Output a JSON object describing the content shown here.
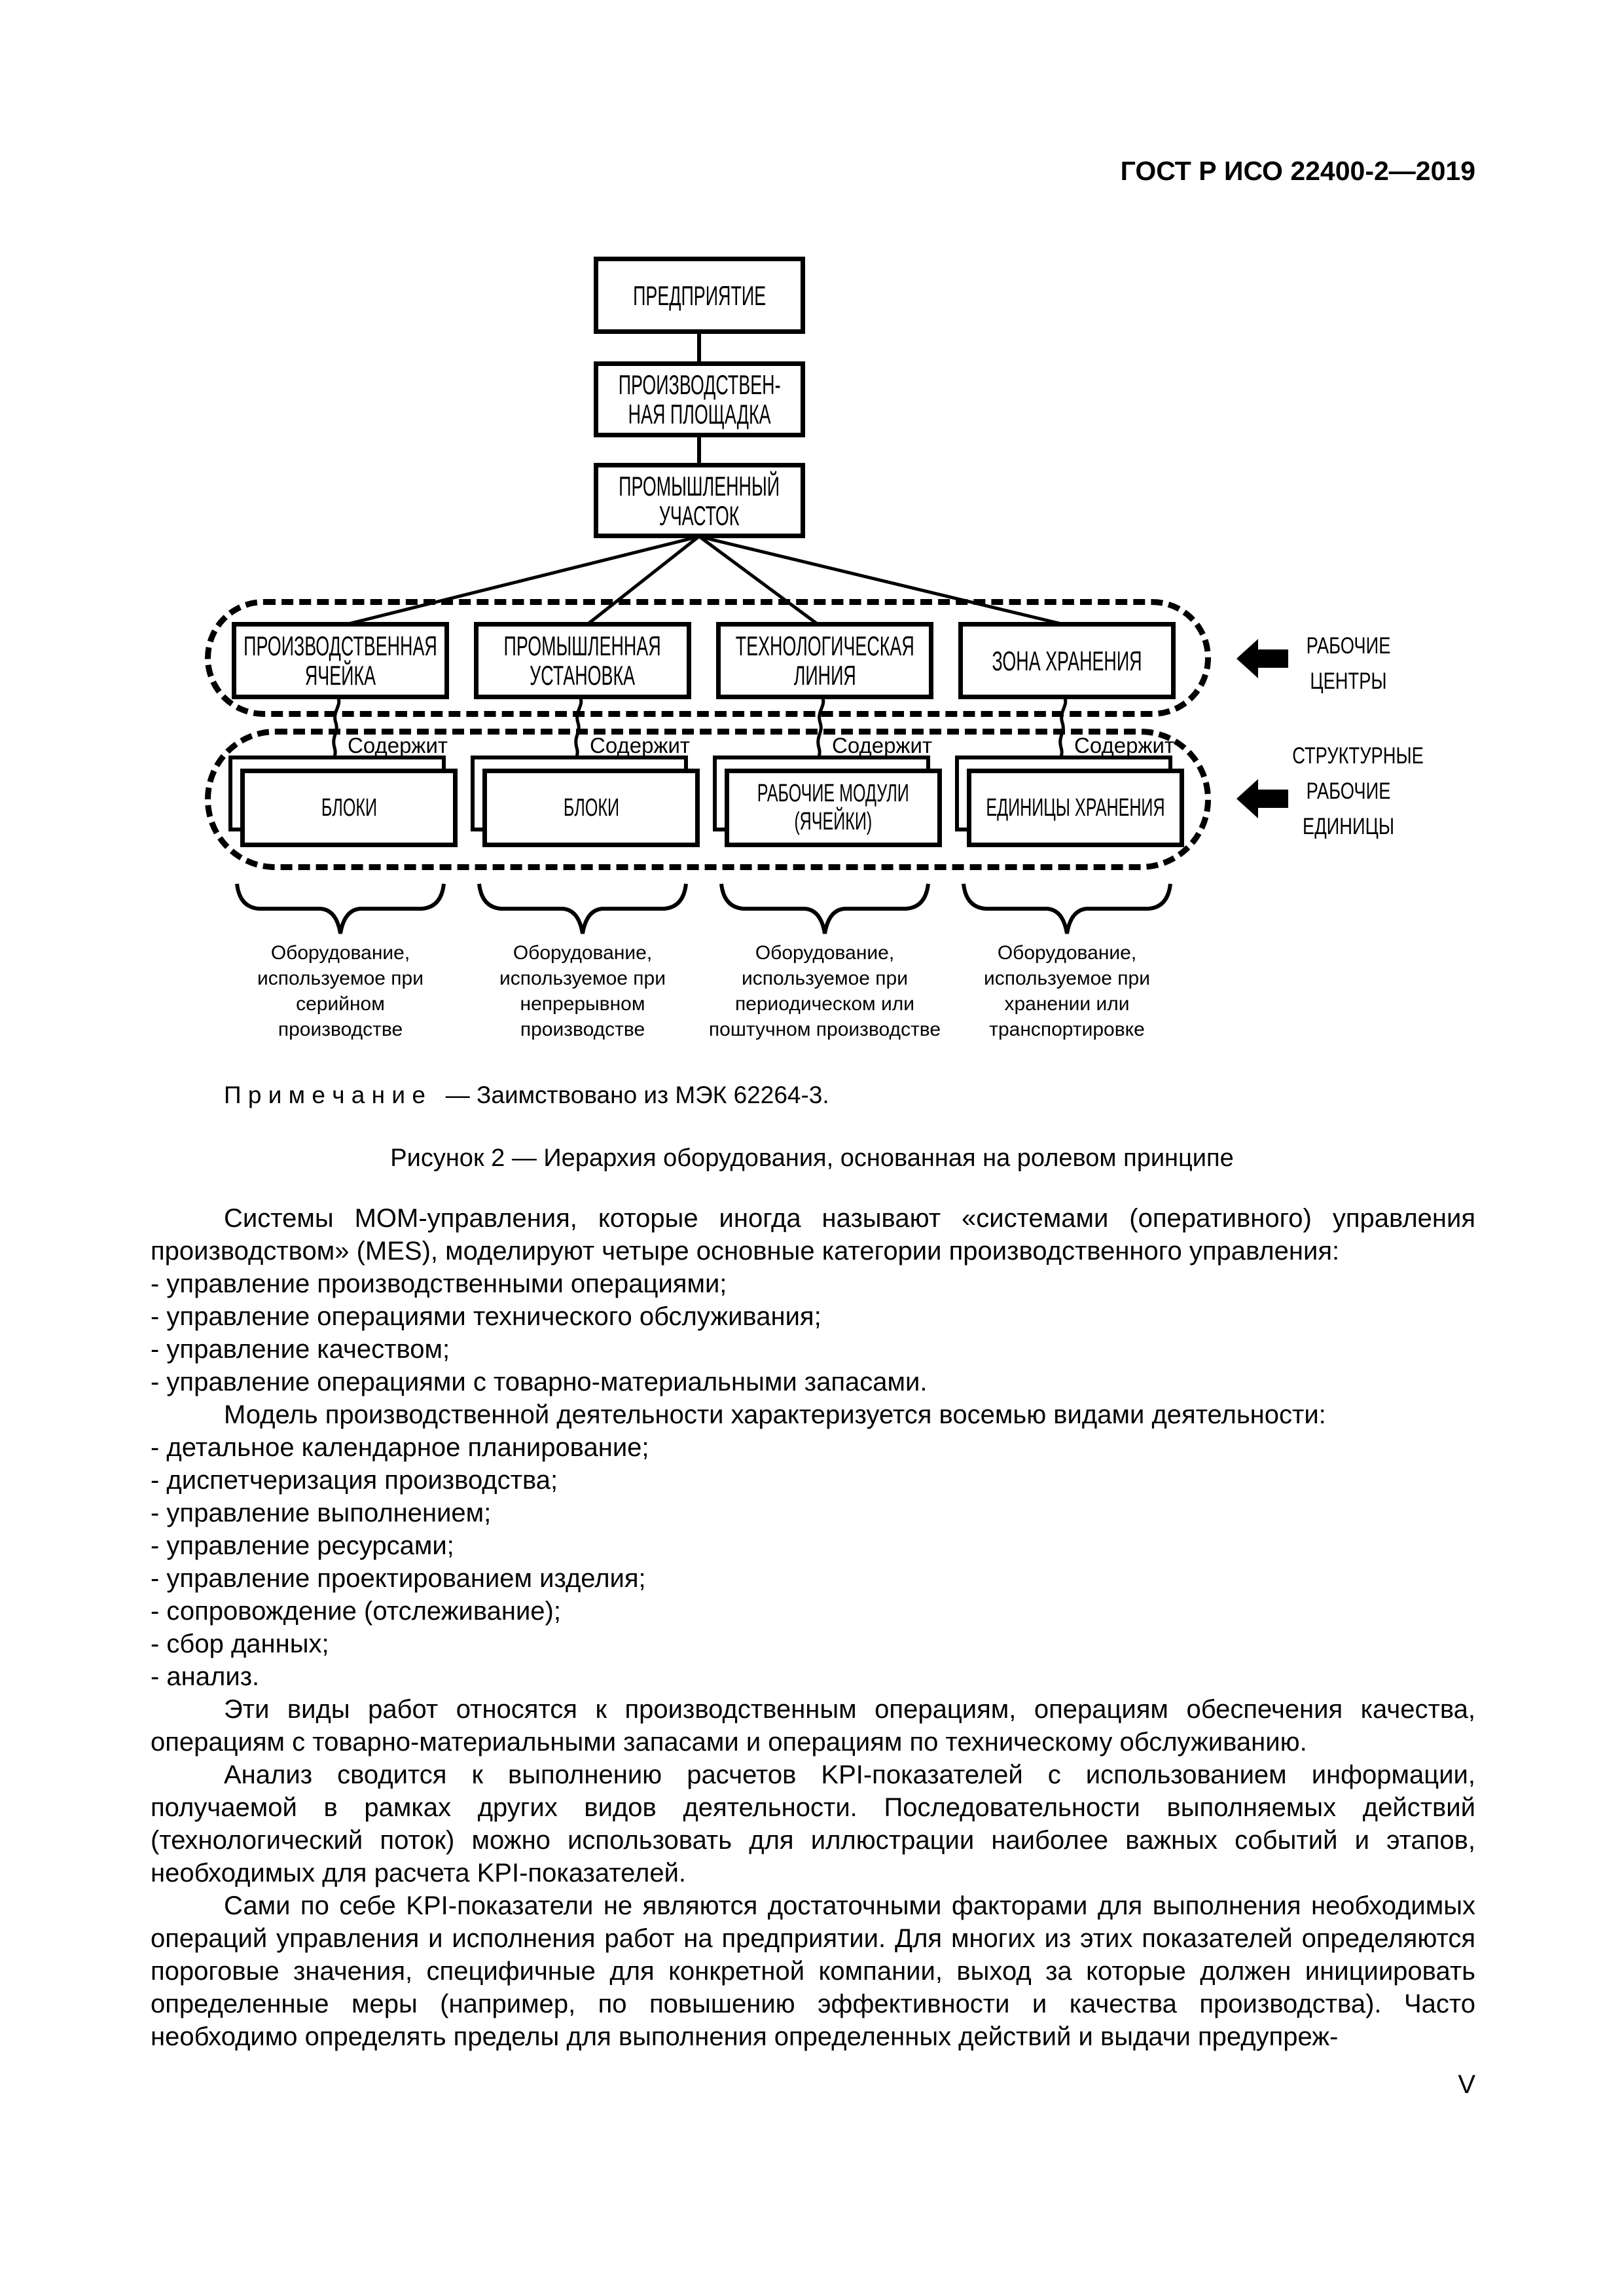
{
  "colors": {
    "ink": "#000000",
    "paper": "#ffffff"
  },
  "header": {
    "title": "ГОСТ Р ИСО 22400-2—2019"
  },
  "figure": {
    "hierarchy_boxes": [
      {
        "label": "ПРЕДПРИЯТИЕ"
      },
      {
        "label": "ПРОИЗВОДСТВЕН-\nНАЯ ПЛОЩАДКА"
      },
      {
        "label": "ПРОМЫШЛЕННЫЙ\nУЧАСТОК"
      }
    ],
    "work_center_boxes": [
      {
        "label": "ПРОИЗВОДСТВЕННАЯ\nЯЧЕЙКА"
      },
      {
        "label": "ПРОМЫШЛЕННАЯ\nУСТАНОВКА"
      },
      {
        "label": "ТЕХНОЛОГИЧЕСКАЯ\nЛИНИЯ"
      },
      {
        "label": "ЗОНА ХРАНЕНИЯ"
      }
    ],
    "contains_labels": [
      "Содержит",
      "Содержит",
      "Содержит",
      "Содержит"
    ],
    "work_unit_boxes": [
      {
        "label": "БЛОКИ"
      },
      {
        "label": "БЛОКИ"
      },
      {
        "label": "РАБОЧИЕ МОДУЛИ\n(ЯЧЕЙКИ)"
      },
      {
        "label": "ЕДИНИЦЫ ХРАНЕНИЯ"
      }
    ],
    "side_labels": [
      {
        "label": "РАБОЧИЕ\nЦЕНТРЫ"
      },
      {
        "label": "СТРУКТУРНЫЕ\nРАБОЧИЕ\nЕДИНИЦЫ"
      }
    ],
    "equipment_notes": [
      {
        "text": "Оборудование,\nиспользуемое при\nсерийном\nпроизводстве"
      },
      {
        "text": "Оборудование,\nиспользуемое при\nнепрерывном\nпроизводстве"
      },
      {
        "text": "Оборудование,\nиспользуемое при\nпериодическом или\nпоштучном производстве"
      },
      {
        "text": "Оборудование,\nиспользуемое при\nхранении или\nтранспортировке"
      }
    ],
    "note": "П р и м е ч а н и е   — Заимствовано из МЭК 62264-3.",
    "caption": "Рисунок 2 — Иерархия оборудования, основанная на ролевом принципе"
  },
  "body": {
    "items": [
      {
        "kind": "para",
        "text": "Системы MOM-управления, которые иногда называют «системами (оперативного) управления производством» (MES), моделируют четыре основные категории производственного управления:"
      },
      {
        "kind": "item",
        "text": "- управление производственными операциями;"
      },
      {
        "kind": "item",
        "text": "- управление операциями технического обслуживания;"
      },
      {
        "kind": "item",
        "text": "- управление качеством;"
      },
      {
        "kind": "item",
        "text": "- управление операциями с товарно-материальными запасами."
      },
      {
        "kind": "para",
        "text": "Модель производственной деятельности характеризуется восемью видами деятельности:"
      },
      {
        "kind": "item",
        "text": "- детальное календарное планирование;"
      },
      {
        "kind": "item",
        "text": "- диспетчеризация производства;"
      },
      {
        "kind": "item",
        "text": "- управление выполнением;"
      },
      {
        "kind": "item",
        "text": "- управление ресурсами;"
      },
      {
        "kind": "item",
        "text": "- управление проектированием изделия;"
      },
      {
        "kind": "item",
        "text": "- сопровождение (отслеживание);"
      },
      {
        "kind": "item",
        "text": "- сбор данных;"
      },
      {
        "kind": "item",
        "text": "- анализ."
      },
      {
        "kind": "para",
        "text": "Эти виды работ относятся к производственным операциям, операциям обеспечения качества, операциям с товарно-материальными запасами и операциям по техническому обслуживанию."
      },
      {
        "kind": "para",
        "text": "Анализ сводится к выполнению расчетов KPI-показателей с использованием информации, получаемой в рамках других видов деятельности. Последовательности выполняемых действий (технологический поток) можно использовать для иллюстрации наиболее важных событий и этапов, необходимых для расчета KPI-показателей."
      },
      {
        "kind": "para",
        "text": "Сами по себе KPI-показатели не являются достаточными факторами для выполнения необходимых операций управления и исполнения работ на предприятии. Для многих из этих показателей определяются пороговые значения, специфичные для конкретной компании, выход за которые должен инициировать определенные меры (например, по повышению эффективности и качества производства). Часто необходимо определять пределы для выполнения определенных действий и выдачи предупреж-"
      }
    ]
  },
  "footer": {
    "page_number": "V"
  }
}
